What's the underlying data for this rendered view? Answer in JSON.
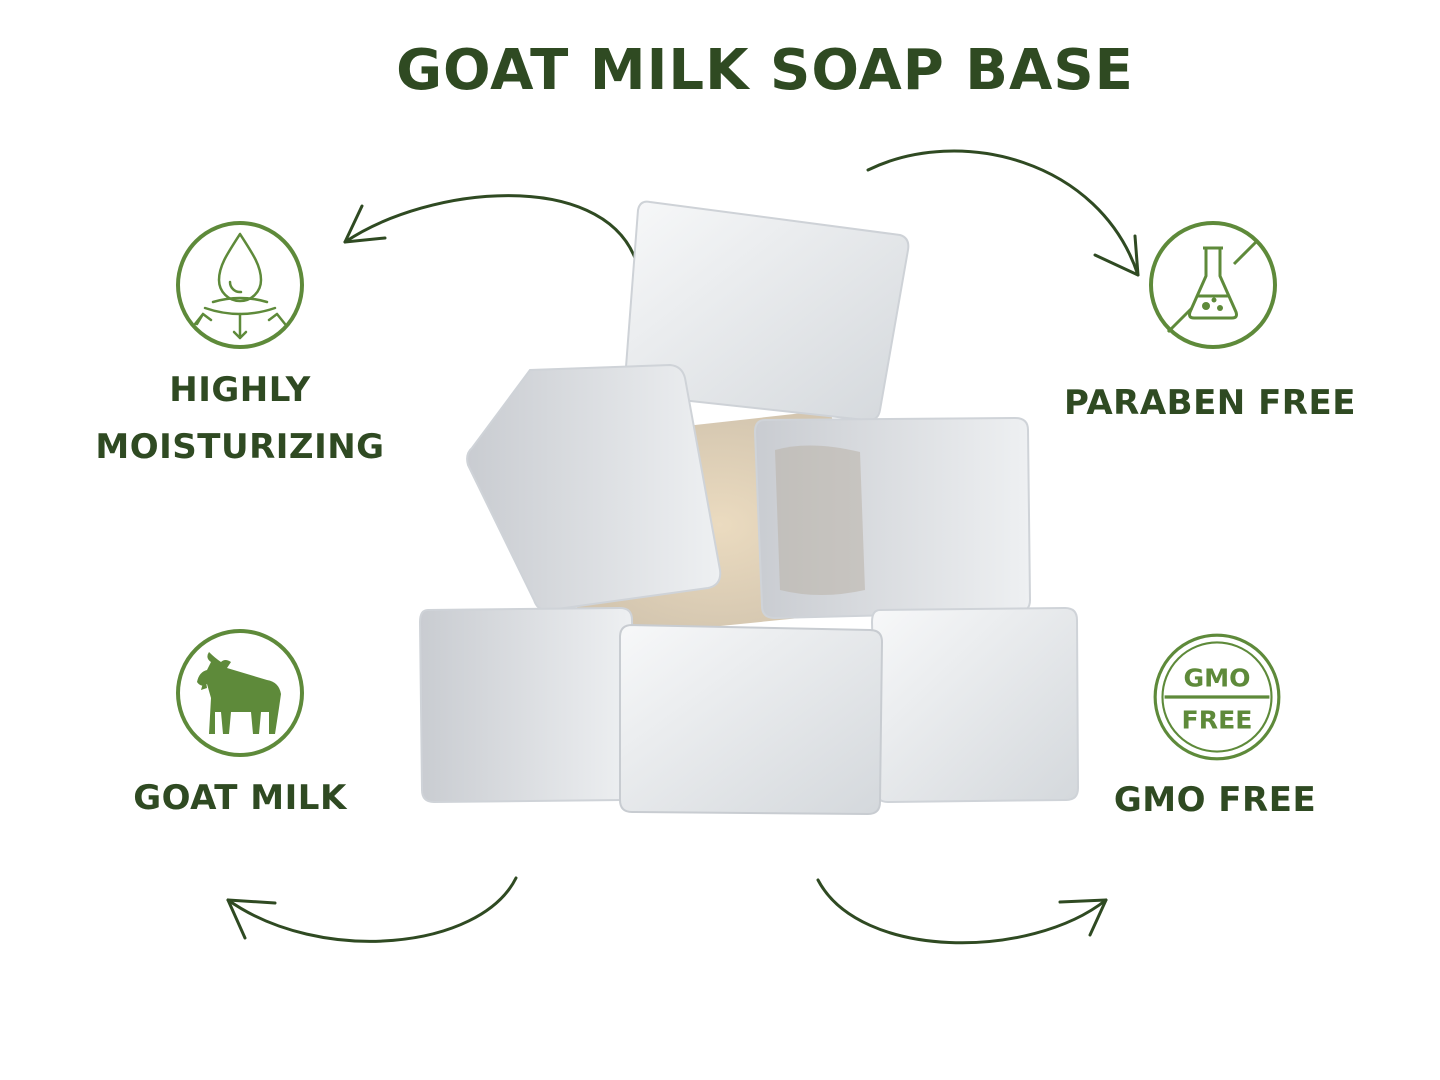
{
  "title": "GOAT MILK SOAP BASE",
  "features": {
    "moisturizing": {
      "line1": "HIGHLY",
      "line2": "MOISTURIZING",
      "icon": "water-drop-icon"
    },
    "paraben": {
      "label": "PARABEN FREE",
      "icon": "no-chemical-flask-icon"
    },
    "goat": {
      "label": "GOAT MILK",
      "icon": "goat-icon"
    },
    "gmo": {
      "label": "GMO FREE",
      "icon": "gmo-free-badge-icon",
      "badge_top": "GMO",
      "badge_bottom": "FREE"
    }
  },
  "colors": {
    "dark_green": "#2f4a22",
    "icon_green": "#5e8a3a",
    "soap_white": "#e9ebee"
  }
}
